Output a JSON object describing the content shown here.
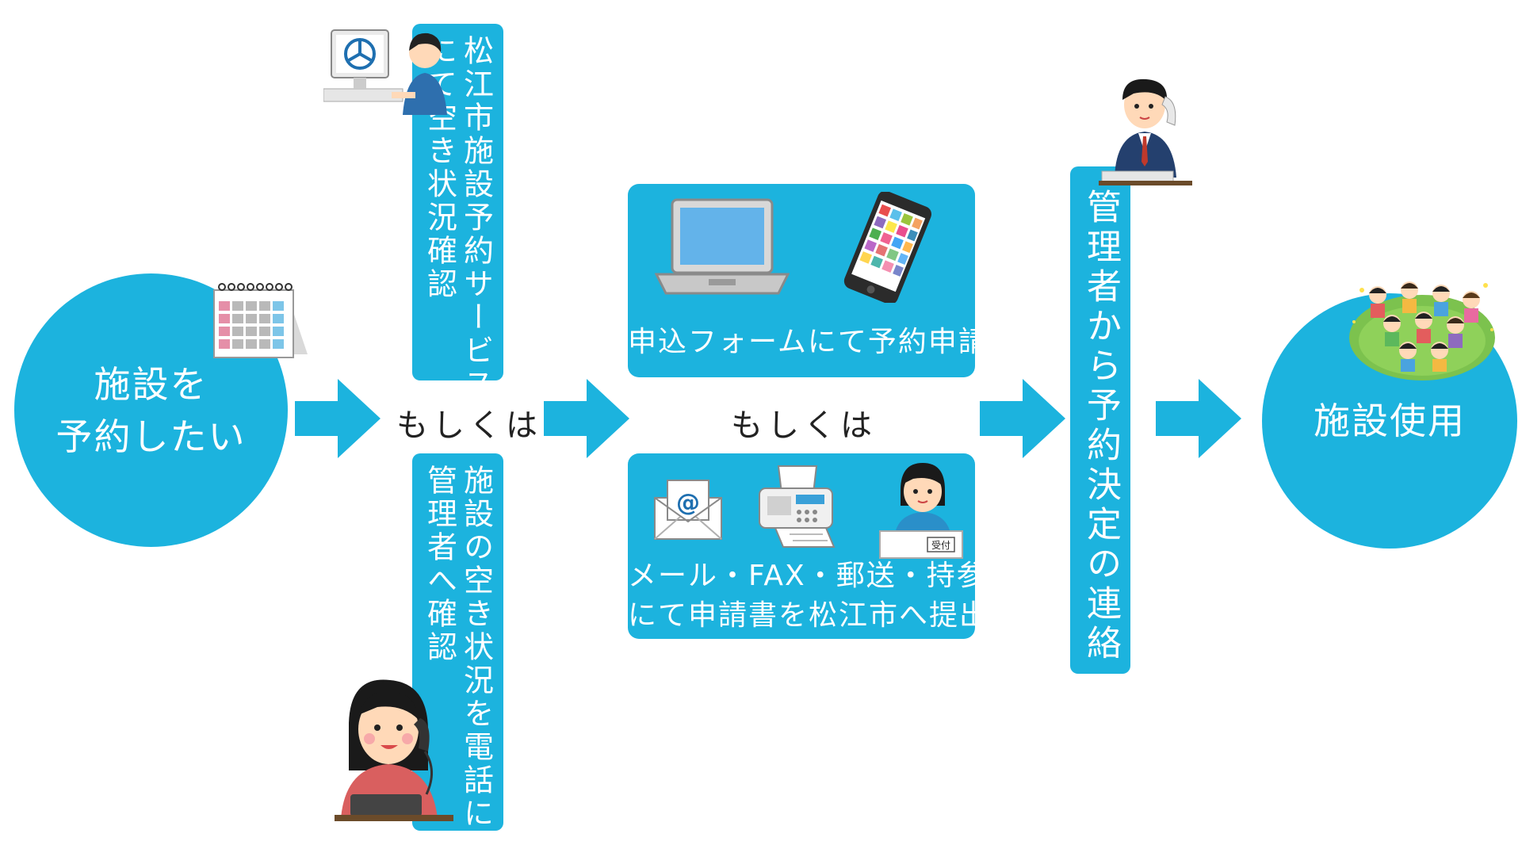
{
  "start": {
    "line1": "施設を",
    "line2": "予約したい"
  },
  "online_check": {
    "col1": "松江市施設予約サービス",
    "col2": "にて空き状況確認"
  },
  "phone_check": {
    "col1": "施設の空き状況を電話にて",
    "col2": "管理者へ確認"
  },
  "or_label_1": "もしくは",
  "or_label_2": "もしくは",
  "form_apply": {
    "label": "申込フォームにて予約申請"
  },
  "paper_apply": {
    "line1": "メール・FAX・郵送・持参",
    "line2": "にて申請書を松江市へ提出",
    "reception_tag": "受付",
    "email_symbol": "@"
  },
  "decision": {
    "text": "管理者から予約決定の連絡"
  },
  "end": {
    "text": "施設使用"
  },
  "colors": {
    "accent": "#1cb3de",
    "text_dark": "#222222"
  }
}
